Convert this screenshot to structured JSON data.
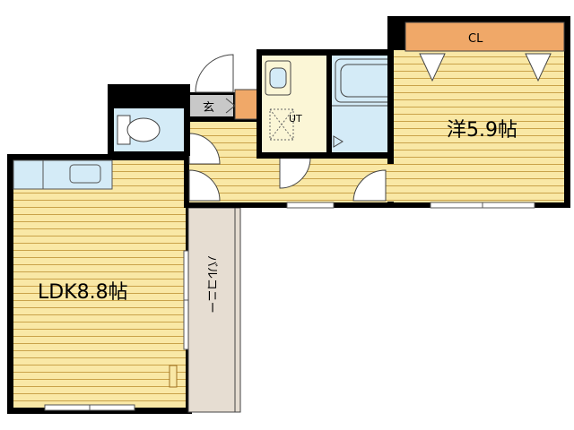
{
  "floorplan": {
    "rooms": {
      "ldk": {
        "label": "LDK8.8帖"
      },
      "western": {
        "label": "洋5.9帖"
      },
      "closet": {
        "label": "CL"
      },
      "entrance": {
        "label": "玄"
      },
      "utility": {
        "label": "UT"
      },
      "balcony": {
        "label": "バルコニー"
      }
    },
    "colors": {
      "floor": "#f9e8a6",
      "floor_lines": "#b58a2a",
      "wall": "#000000",
      "closet": "#f0a868",
      "wet": "#d4ebf7",
      "utility": "#fbf6d6",
      "balcony": "#e6ddd2",
      "entrance": "#c8c8c8"
    }
  }
}
